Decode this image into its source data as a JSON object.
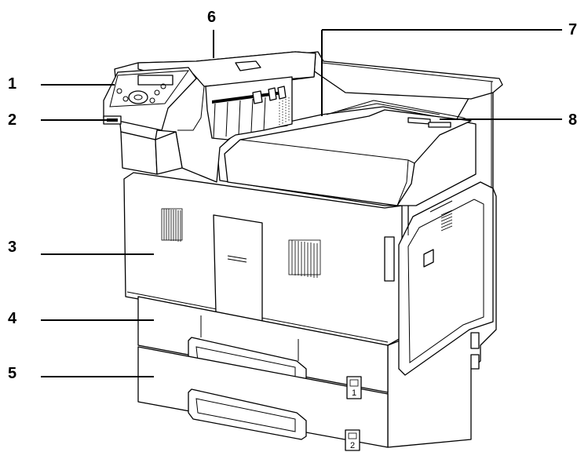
{
  "figure": {
    "callouts": [
      {
        "id": "1",
        "label": "1"
      },
      {
        "id": "2",
        "label": "2"
      },
      {
        "id": "3",
        "label": "3"
      },
      {
        "id": "4",
        "label": "4"
      },
      {
        "id": "5",
        "label": "5"
      },
      {
        "id": "6",
        "label": "6"
      },
      {
        "id": "7",
        "label": "7"
      },
      {
        "id": "8",
        "label": "8"
      }
    ],
    "tray_badges": [
      {
        "label": "1"
      },
      {
        "label": "2"
      }
    ]
  }
}
